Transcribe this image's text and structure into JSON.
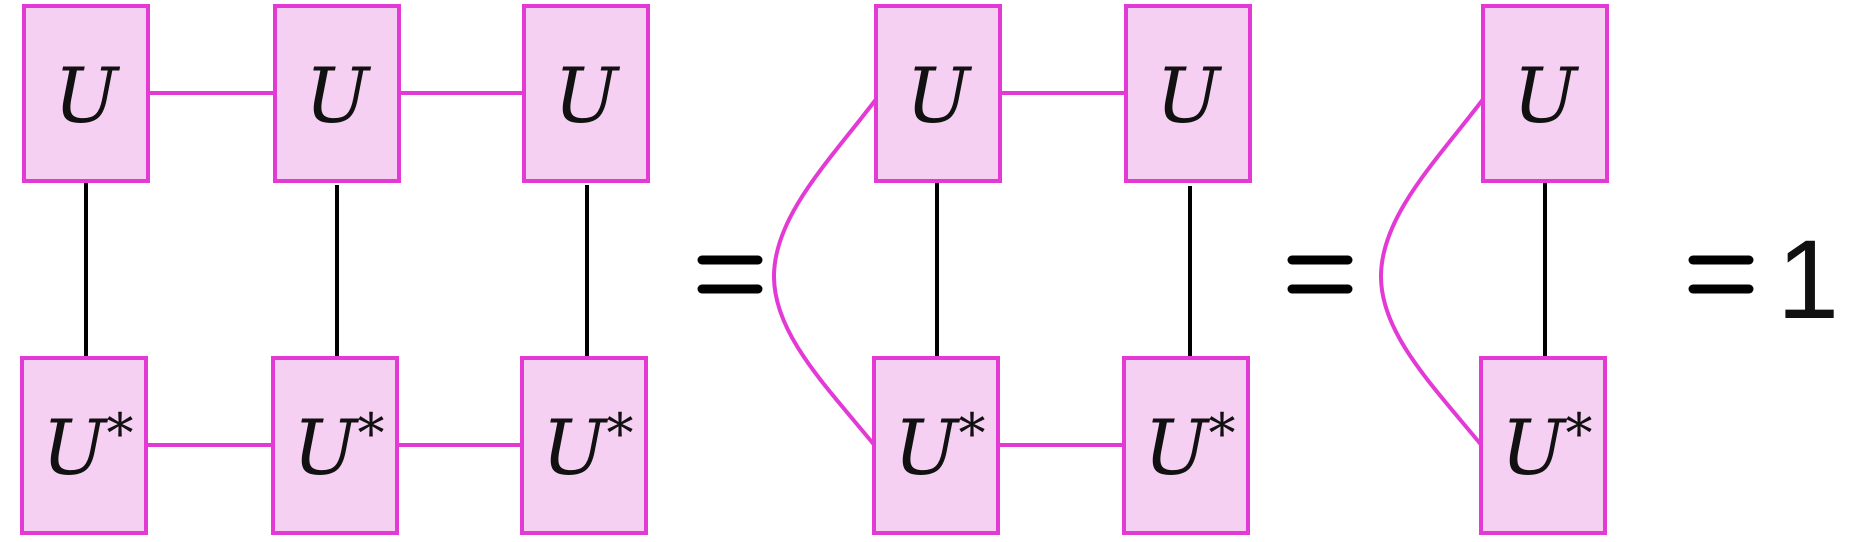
{
  "labels": {
    "top": "U",
    "bottom": "U",
    "conjugate_mark": "*",
    "result": "1"
  },
  "colors": {
    "tensor_fill": "#f6d0f2",
    "tensor_stroke": "#e33ad6",
    "physical_bond": "#000000"
  }
}
